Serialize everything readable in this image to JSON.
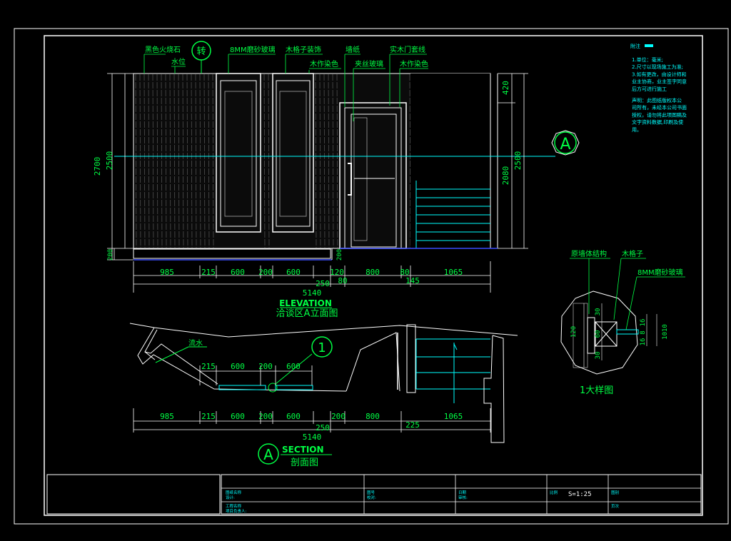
{
  "elevation": {
    "top_labels_row1": [
      "黑色火烧石",
      "8MM磨砂玻璃",
      "木格子装饰",
      "墙纸",
      "实木门套线"
    ],
    "top_labels_row2": [
      "水位",
      "木作染色",
      "夹丝玻璃",
      "木作染色"
    ],
    "turn_marker": "转",
    "section_marker": "A",
    "left_dims": [
      "2700",
      "2500",
      "200"
    ],
    "right_dims": [
      "420",
      "2080",
      "2500"
    ],
    "bottom_dims_row1": [
      "985",
      "215",
      "600",
      "200",
      "600",
      "120",
      "800",
      "80",
      "1065"
    ],
    "bottom_dims_row2": [
      "250",
      "80",
      "145"
    ],
    "total": "5140",
    "title_en": "ELEVATION",
    "title_cn": "洽谈区A立面图"
  },
  "section": {
    "water_label": "流水",
    "detail_marker": "1",
    "top_dims": [
      "215",
      "600",
      "200",
      "600"
    ],
    "bottom_dims_row1": [
      "985",
      "215",
      "600",
      "200",
      "600",
      "200",
      "800",
      "1065"
    ],
    "bottom_dims_row2": [
      "250",
      "225"
    ],
    "total": "5140",
    "marker": "A",
    "title_en": "SECTION",
    "title_cn": "剖面图"
  },
  "detail": {
    "labels": [
      "原墙体结构",
      "木格子",
      "8MM磨砂玻璃"
    ],
    "dims_left": [
      "120",
      "30",
      "60",
      "30"
    ],
    "dims_right": [
      "16",
      "8",
      "16",
      "1010"
    ],
    "title": "1大样图"
  },
  "notes": {
    "heading": "附注",
    "lines": [
      "1.单位：毫米;",
      "2.尺寸以现场施工为准;",
      "3.如有更改，由设计师和",
      "业主协商，业主签字同意",
      "后方可进行施工",
      "声明：此图纸版权本公",
      "司所有，未经本公司书面",
      "授权，请勿将此项图稿及",
      "文字资料数据,印刷及使",
      "用。"
    ]
  },
  "title_block": {
    "scale": "S=1:25",
    "fields": [
      "图纸名称",
      "设计:",
      "图号",
      "校对:",
      "日期",
      "审核:",
      "比例",
      "工程名称",
      "项目负责人:",
      "图别",
      "页次"
    ]
  },
  "colors": {
    "background": "#000000",
    "primary_line": "#ffffff",
    "dimension": "#00ff44",
    "annotation": "#00ffff",
    "floor_line": "#3a4cff"
  }
}
